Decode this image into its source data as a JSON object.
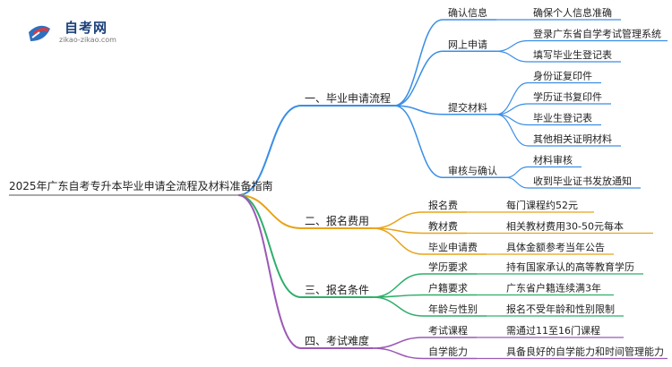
{
  "site": {
    "name": "自考网",
    "domain": "zikao-zikao.com"
  },
  "mindmap": {
    "root": "2025年广东自考专升本毕业申请全流程及材料准备指南",
    "colors": {
      "process": "#3a8ee6",
      "fees": "#e8a317",
      "conditions": "#2fae6a",
      "difficulty": "#9b59b6"
    },
    "branches": [
      {
        "key": "process",
        "label": "一、毕业申请流程",
        "children": [
          {
            "label": "确认信息",
            "leaves": [
              "确保个人信息准确"
            ]
          },
          {
            "label": "网上申请",
            "leaves": [
              "登录广东省自学考试管理系统",
              "填写毕业生登记表"
            ]
          },
          {
            "label": "提交材料",
            "leaves": [
              "身份证复印件",
              "学历证书复印件",
              "毕业生登记表",
              "其他相关证明材料"
            ]
          },
          {
            "label": "审核与确认",
            "leaves": [
              "材料审核",
              "收到毕业证书发放通知"
            ]
          }
        ]
      },
      {
        "key": "fees",
        "label": "二、报名费用",
        "children": [
          {
            "label": "报名费",
            "leaves": [
              "每门课程约52元"
            ]
          },
          {
            "label": "教材费",
            "leaves": [
              "相关教材费用30-50元每本"
            ]
          },
          {
            "label": "毕业申请费",
            "leaves": [
              "具体金额参考当年公告"
            ]
          }
        ]
      },
      {
        "key": "conditions",
        "label": "三、报名条件",
        "children": [
          {
            "label": "学历要求",
            "leaves": [
              "持有国家承认的高等教育学历"
            ]
          },
          {
            "label": "户籍要求",
            "leaves": [
              "广东省户籍连续满3年"
            ]
          },
          {
            "label": "年龄与性别",
            "leaves": [
              "报名不受年龄和性别限制"
            ]
          }
        ]
      },
      {
        "key": "difficulty",
        "label": "四、考试难度",
        "children": [
          {
            "label": "考试课程",
            "leaves": [
              "需通过11至16门课程"
            ]
          },
          {
            "label": "自学能力",
            "leaves": [
              "具备良好的自学能力和时间管理能力"
            ]
          }
        ]
      }
    ]
  }
}
